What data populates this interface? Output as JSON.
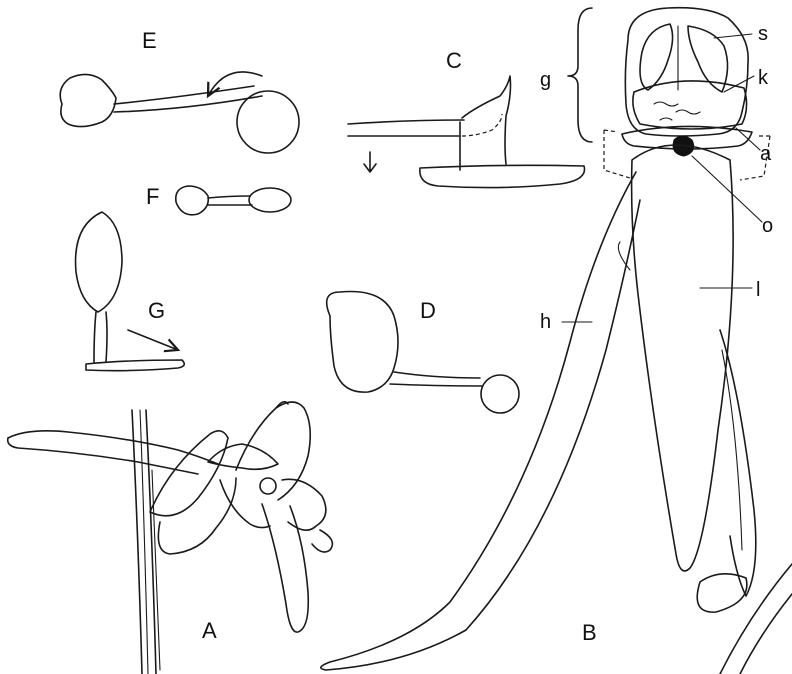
{
  "figure": {
    "panel_labels": {
      "A": "A",
      "B": "B",
      "C": "C",
      "D": "D",
      "E": "E",
      "F": "F",
      "G": "G"
    },
    "part_labels": {
      "s": "s",
      "k": "k",
      "g": "g",
      "a": "a",
      "o": "o",
      "l": "l",
      "h": "h"
    }
  }
}
